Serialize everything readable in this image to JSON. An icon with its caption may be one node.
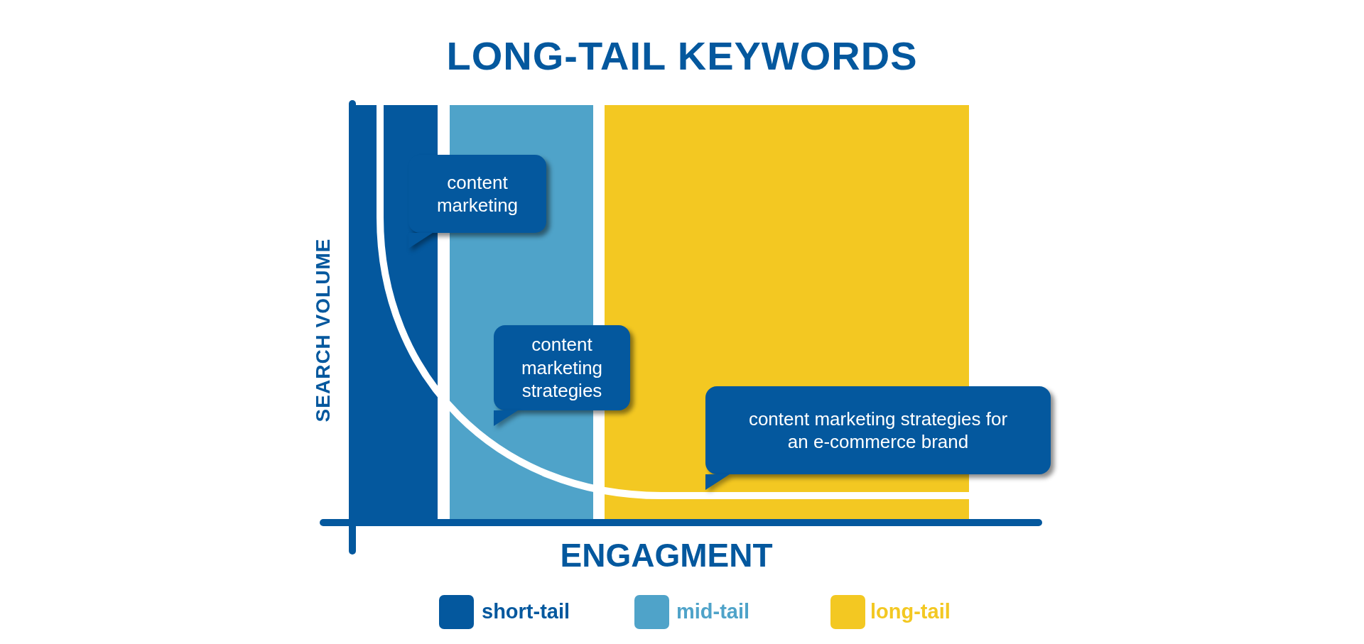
{
  "diagram": {
    "title": "LONG-TAIL KEYWORDS",
    "nodes": [
      {
        "text": [
          "content marketing"
        ]
      },
      {
        "text": [
          "content marketing strategies"
        ]
      },
      {
        "text": [
          "content marketing strategies for an e-commerce brand"
        ]
      }
    ],
    "labels": [
      "SEARCH VOLUME",
      "ENGAGMENT"
    ],
    "legend": [
      {
        "text": "short-tail",
        "color": "#04589e"
      },
      {
        "text": "mid-tail",
        "color": "#4fa3c9"
      },
      {
        "text": "long-tail",
        "color": "#f3c822"
      }
    ]
  }
}
